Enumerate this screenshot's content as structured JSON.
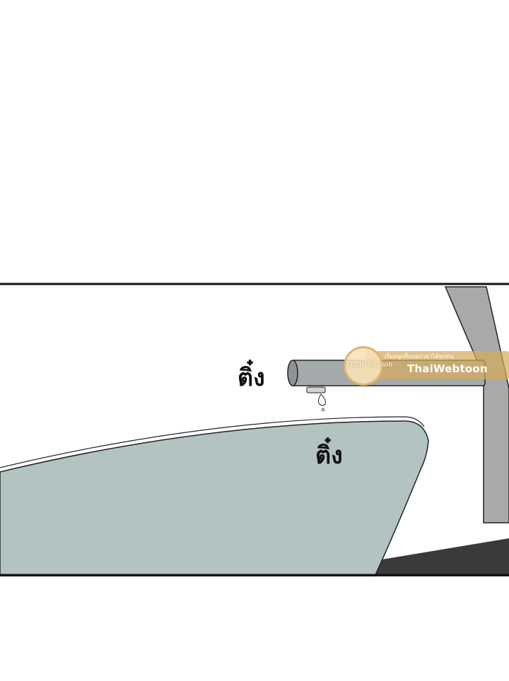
{
  "panel": {
    "sound_effects": [
      "ติ๋ง",
      "ติ๋ง"
    ]
  },
  "watermark": {
    "badge_text": "ThaiWebtoon",
    "tagline": "เริ่มสนุกที่แปลภาษาได้ทุกคน",
    "brand": "ThaiWebtoon"
  },
  "colors": {
    "water": "#b3c3c2",
    "faucet": "#a4a9ab",
    "pipe": "#a9a9a9",
    "dark_floor": "#3a3a3a",
    "panel_border": "#111111",
    "watermark_gold": "#d6aa5c"
  }
}
